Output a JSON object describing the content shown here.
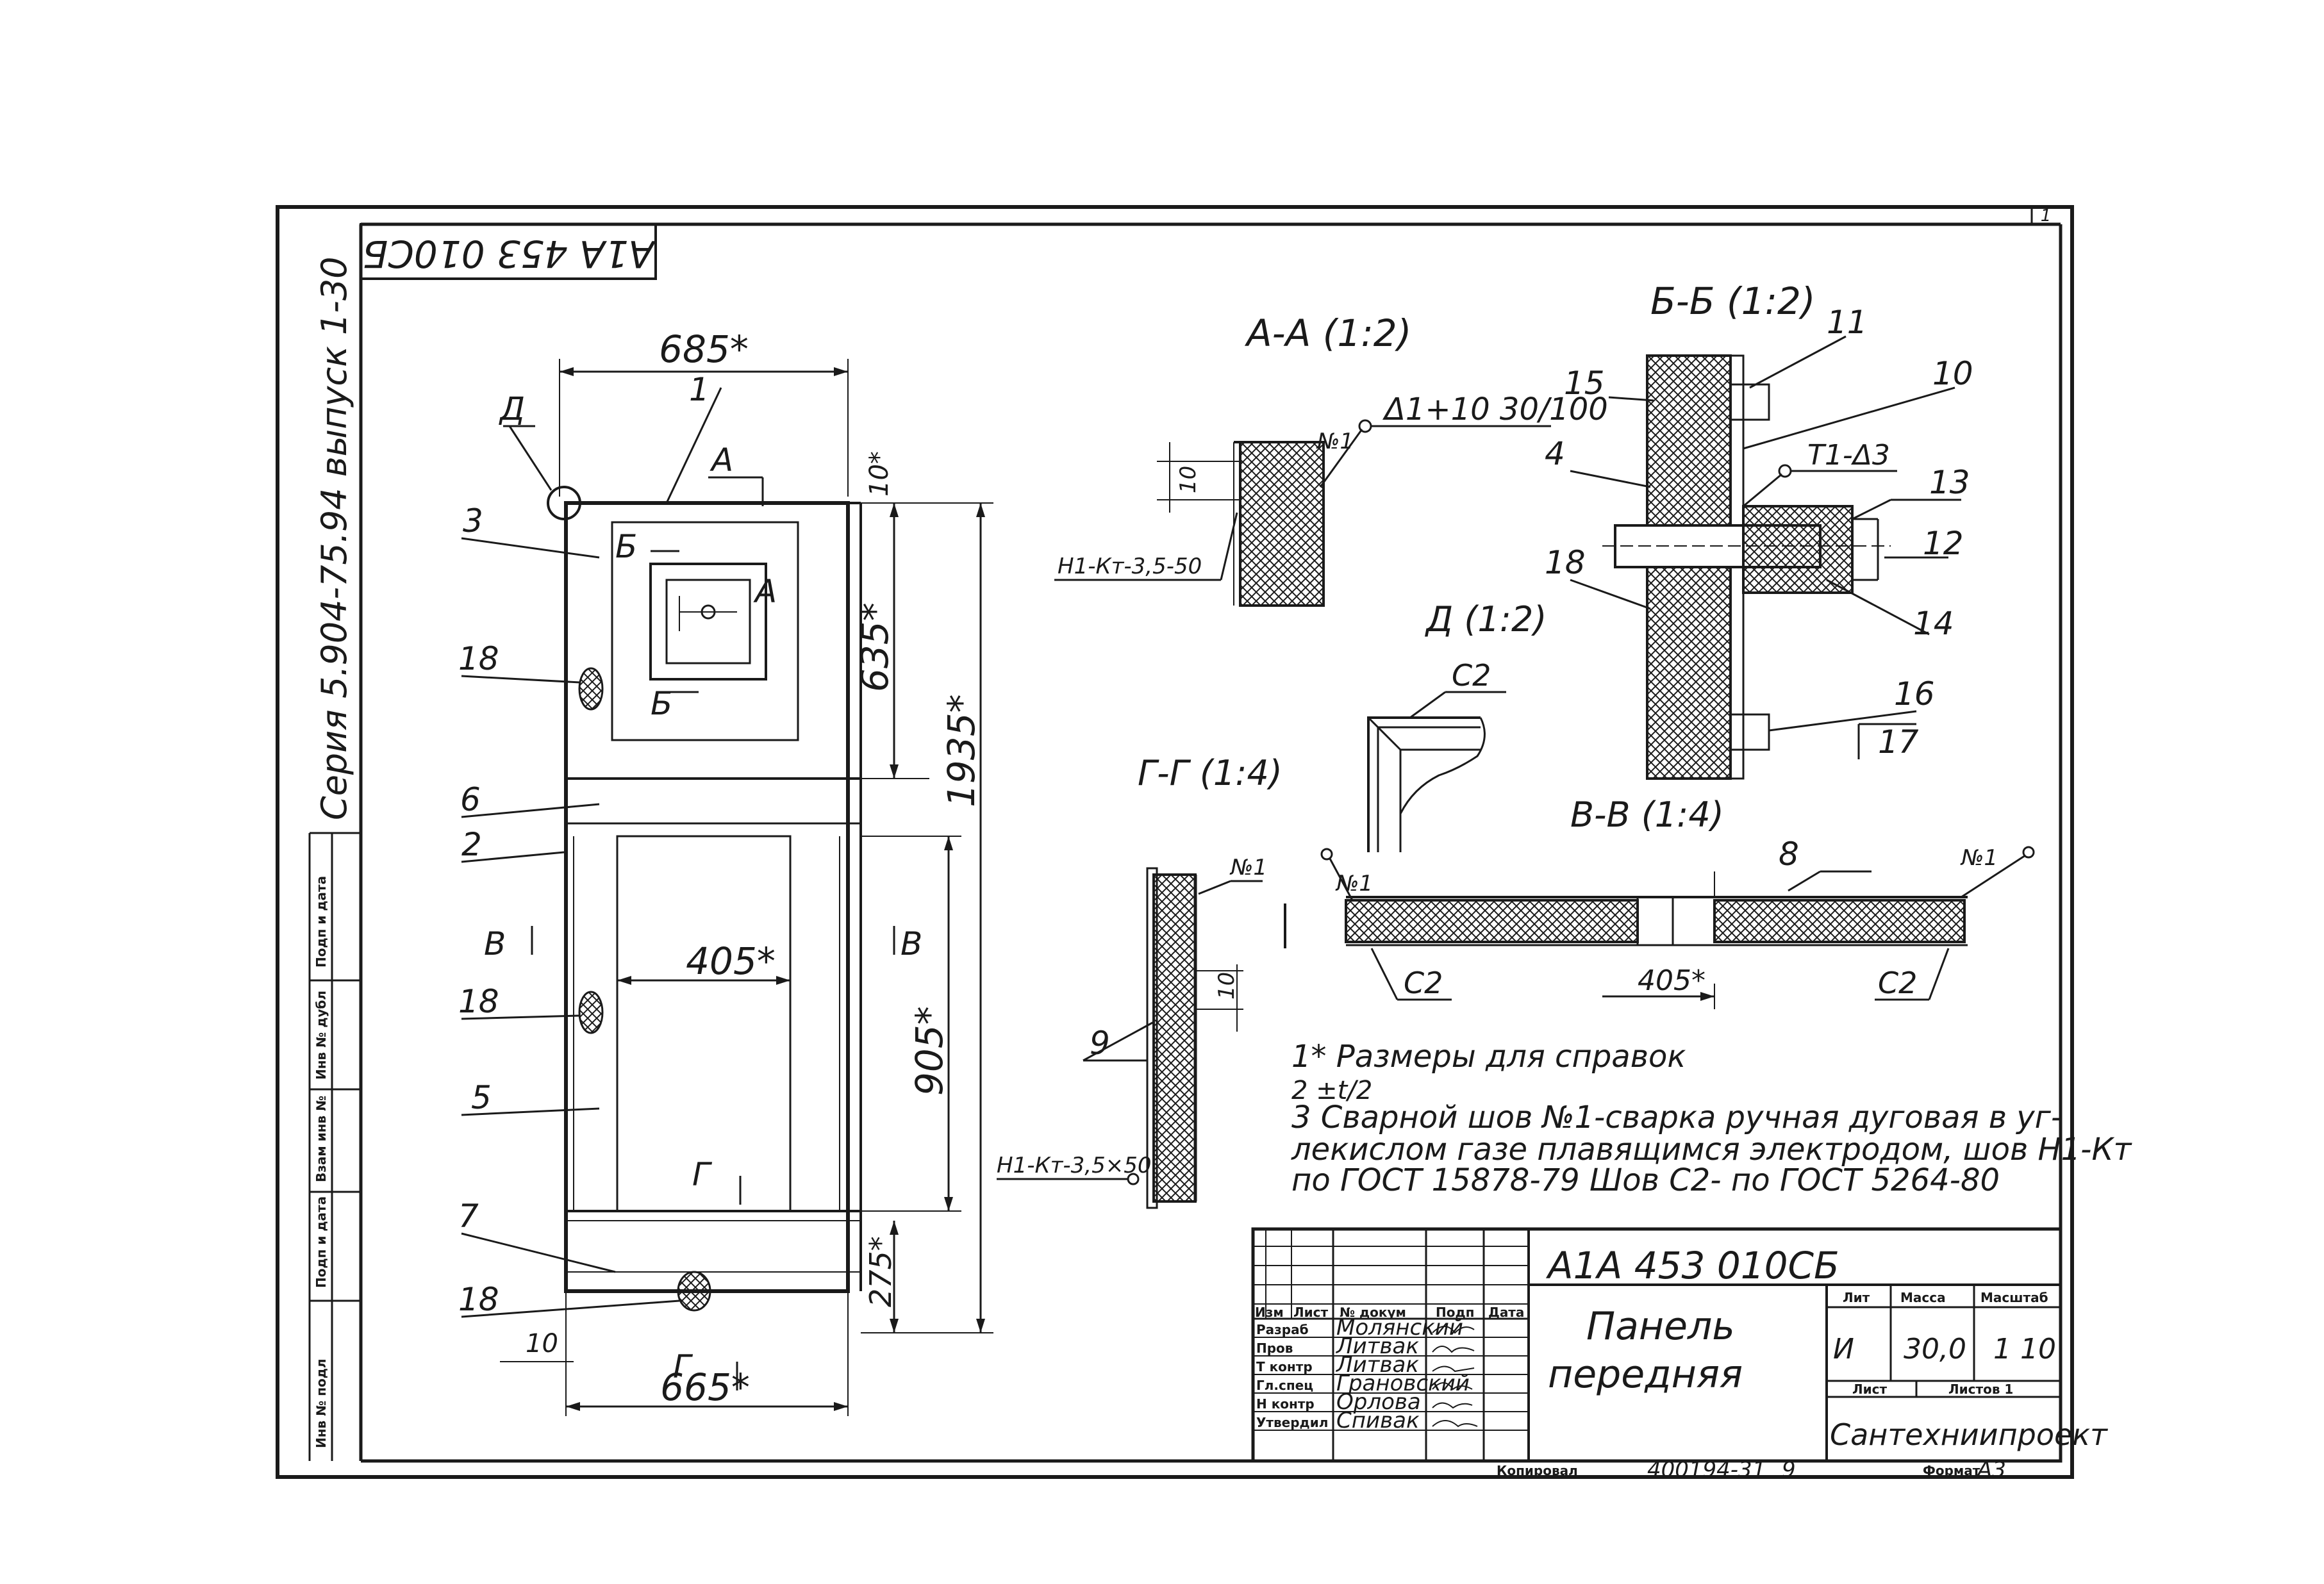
{
  "drawing_code": "А1А 453 010СБ",
  "series_stamp": "Серия 5.904-75.94 выпуск 1-30",
  "title_block": {
    "code": "А1А 453 010СБ",
    "name_line1": "Панель",
    "name_line2": "передняя",
    "lit_header": "Лит",
    "mass_header": "Масса",
    "scale_header": "Масштаб",
    "lit_value": "И",
    "mass_value": "30,0",
    "scale_value": "1 10",
    "sheet_label": "Лист",
    "sheets_label": "Листов 1",
    "organization": "Сантехниипроект",
    "col_izm": "Изм",
    "col_list": "Лист",
    "col_doc": "№ докум",
    "col_sign": "Подп",
    "col_date": "Дата",
    "rows": [
      {
        "role": "Разраб",
        "name": "Молянский"
      },
      {
        "role": "Пров",
        "name": "Литвак"
      },
      {
        "role": "Т контр",
        "name": "Литвак"
      },
      {
        "role": "Гл.спец",
        "name": "Грановский"
      },
      {
        "role": "Н контр",
        "name": "Орлова"
      },
      {
        "role": "Утвердил",
        "name": "Спивак"
      }
    ]
  },
  "copy_label": "Копировал",
  "copy_number": "400194-31",
  "copy_page": "9",
  "format_label": "Формат",
  "format_value": "А3",
  "sheet_no": "1",
  "side_stamps": [
    "Инв № подл",
    "Подп и дата",
    "Взам инв №",
    "Инв № дубл",
    "Подп и дата"
  ],
  "main_view": {
    "dim_top": "685*",
    "dim_right_top": "635*",
    "dim_right_mid": "905*",
    "dim_right_bot": "275*",
    "dim_total": "1935*",
    "dim_10_top": "10*",
    "dim_inner": "405*",
    "dim_bottom": "665*",
    "dim_10_bot": "10",
    "callouts": [
      "1",
      "3",
      "18",
      "6",
      "2",
      "18",
      "5",
      "7",
      "18",
      "Д"
    ],
    "section_marks": [
      "А",
      "А",
      "Б",
      "Б",
      "В",
      "В",
      "Г",
      "Г"
    ]
  },
  "section_aa": {
    "title": "А-А (1:2)",
    "weld": "Δ1+10 30/100",
    "weld_mark": "№1",
    "dim": "10",
    "weld_note": "Н1-Кт-3,5-50"
  },
  "section_bb": {
    "title": "Б-Б (1:2)",
    "callouts": [
      "11",
      "10",
      "15",
      "4",
      "13",
      "12",
      "18",
      "14",
      "16",
      "17"
    ],
    "weld": "Т1-Δ3"
  },
  "view_d": {
    "title": "Д (1:2)",
    "weld": "С2"
  },
  "section_gg": {
    "title": "Г-Г (1:4)",
    "weld_mark": "№1",
    "dim": "10",
    "callout": "9",
    "weld_note": "Н1-Кт-3,5×50"
  },
  "section_vv": {
    "title": "В-В (1:4)",
    "callout": "8",
    "weld_left": "С2",
    "weld_right": "С2",
    "mark_left": "№1",
    "mark_right": "№1",
    "dim": "405*"
  },
  "notes": [
    "1* Размеры для справок",
    "2 ±t/2",
    "3 Сварной шов №1-сварка ручная дуговая в уг-",
    "лекислом газе плавящимся электродом, шов Н1-Кт",
    "по ГОСТ 15878-79  Шов С2- по ГОСТ 5264-80"
  ]
}
